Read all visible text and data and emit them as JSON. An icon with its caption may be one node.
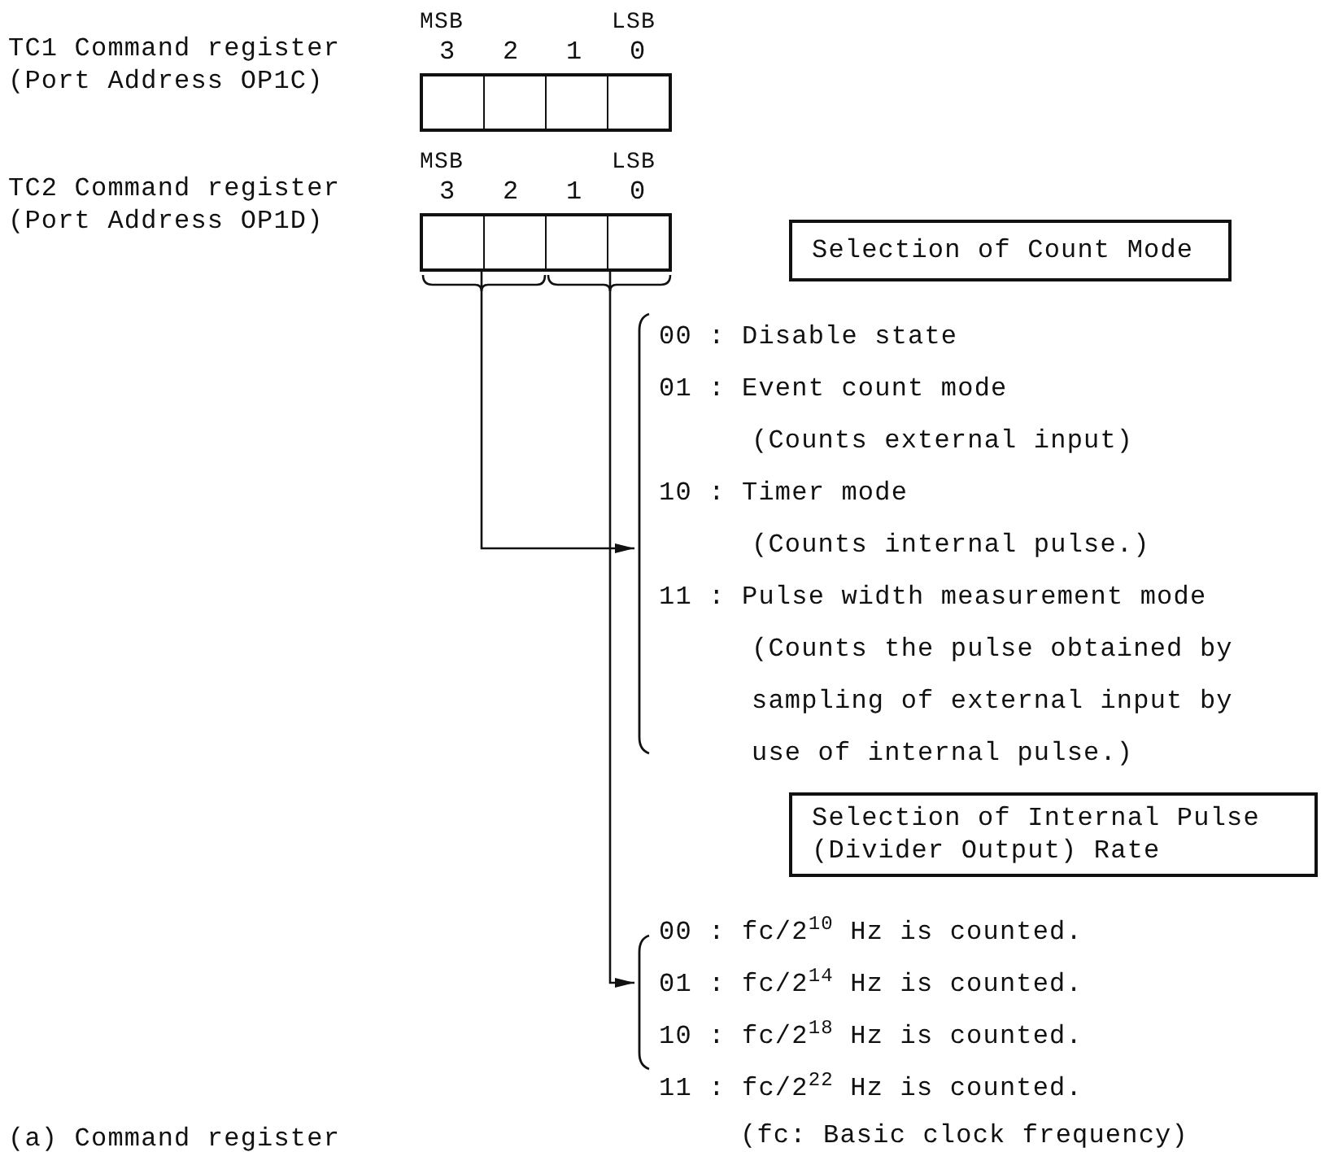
{
  "diagram": {
    "caption": "(a) Command register",
    "nodes": [
      {
        "text": [
          "TC1 Command register (Port Address OP1C)"
        ]
      },
      {
        "text": [
          "TC2 Command register (Port Address OP1D)"
        ]
      },
      {
        "text": [
          "Selection of Count Mode"
        ]
      },
      {
        "text": [
          "00 : Disable state",
          "01 : Event count mode",
          "(Counts external input)",
          "10 : Timer mode",
          "(Counts internal pulse.)",
          "11 : Pulse width measurement mode",
          "(Counts the pulse obtained by sampling of external input by use of internal pulse.)"
        ]
      },
      {
        "text": [
          "Selection of Internal Pulse (Divider Output) Rate"
        ]
      },
      {
        "text": [
          "00 : fc/2$^{10}$ Hz is counted.",
          "01 : fc/2$^{14}$ Hz is counted.",
          "10 : fc/2$^{18}$ Hz is counted.",
          "11 : fc/2$^{22}$ Hz is counted."
        ]
      }
    ],
    "edges": [
      {
        "from": 1,
        "to": 3,
        "arrow": "to"
      },
      {
        "from": 1,
        "to": 5,
        "arrow": "to"
      }
    ],
    "labels": [
      "MSB",
      "LSB",
      "3",
      "2",
      "1",
      "0",
      "MSB",
      "LSB",
      "3",
      "2",
      "1",
      "0",
      "(fc: Basic clock frequency)"
    ]
  }
}
